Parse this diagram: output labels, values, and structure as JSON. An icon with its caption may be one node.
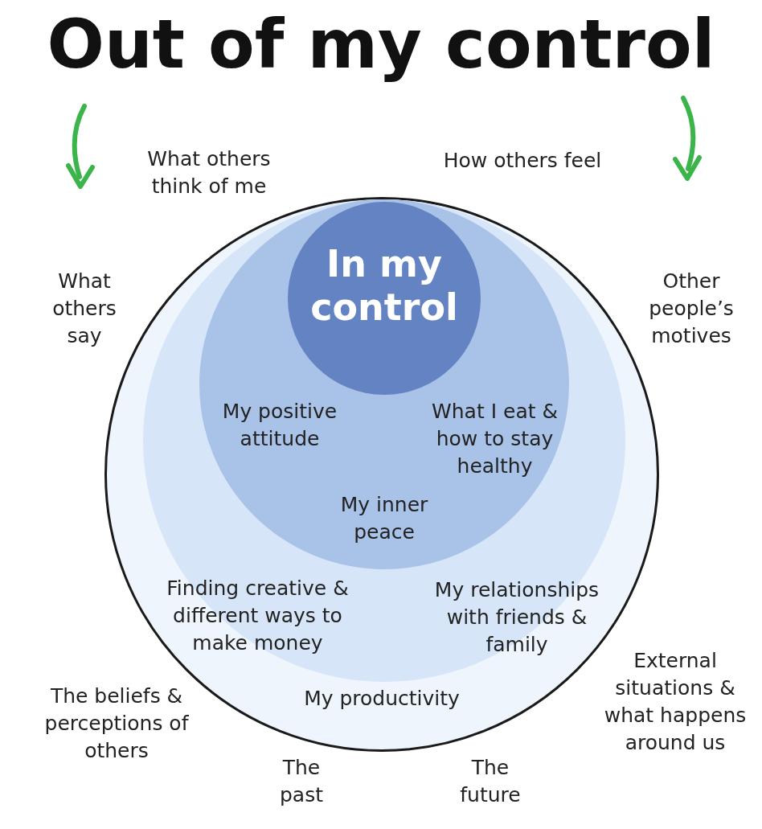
{
  "diagram": {
    "title": "Out of my control",
    "nodes": [
      {
        "text": [
          "My productivity"
        ]
      },
      {
        "text": [
          "Finding creative & different ways to make money",
          "My relationships with friends & family"
        ],
        "in": 0
      },
      {
        "text": [
          "My positive attitude",
          "What I eat & how to stay healthy",
          "My inner peace"
        ],
        "in": 1
      },
      {
        "text": [
          "In my control"
        ],
        "in": 2
      }
    ],
    "labels": [
      "What others think of me",
      "How others feel",
      "What others say",
      "Other people’s motives",
      "External situations & what happens around us",
      "The beliefs & perceptions of others",
      "The past",
      "The future"
    ]
  }
}
